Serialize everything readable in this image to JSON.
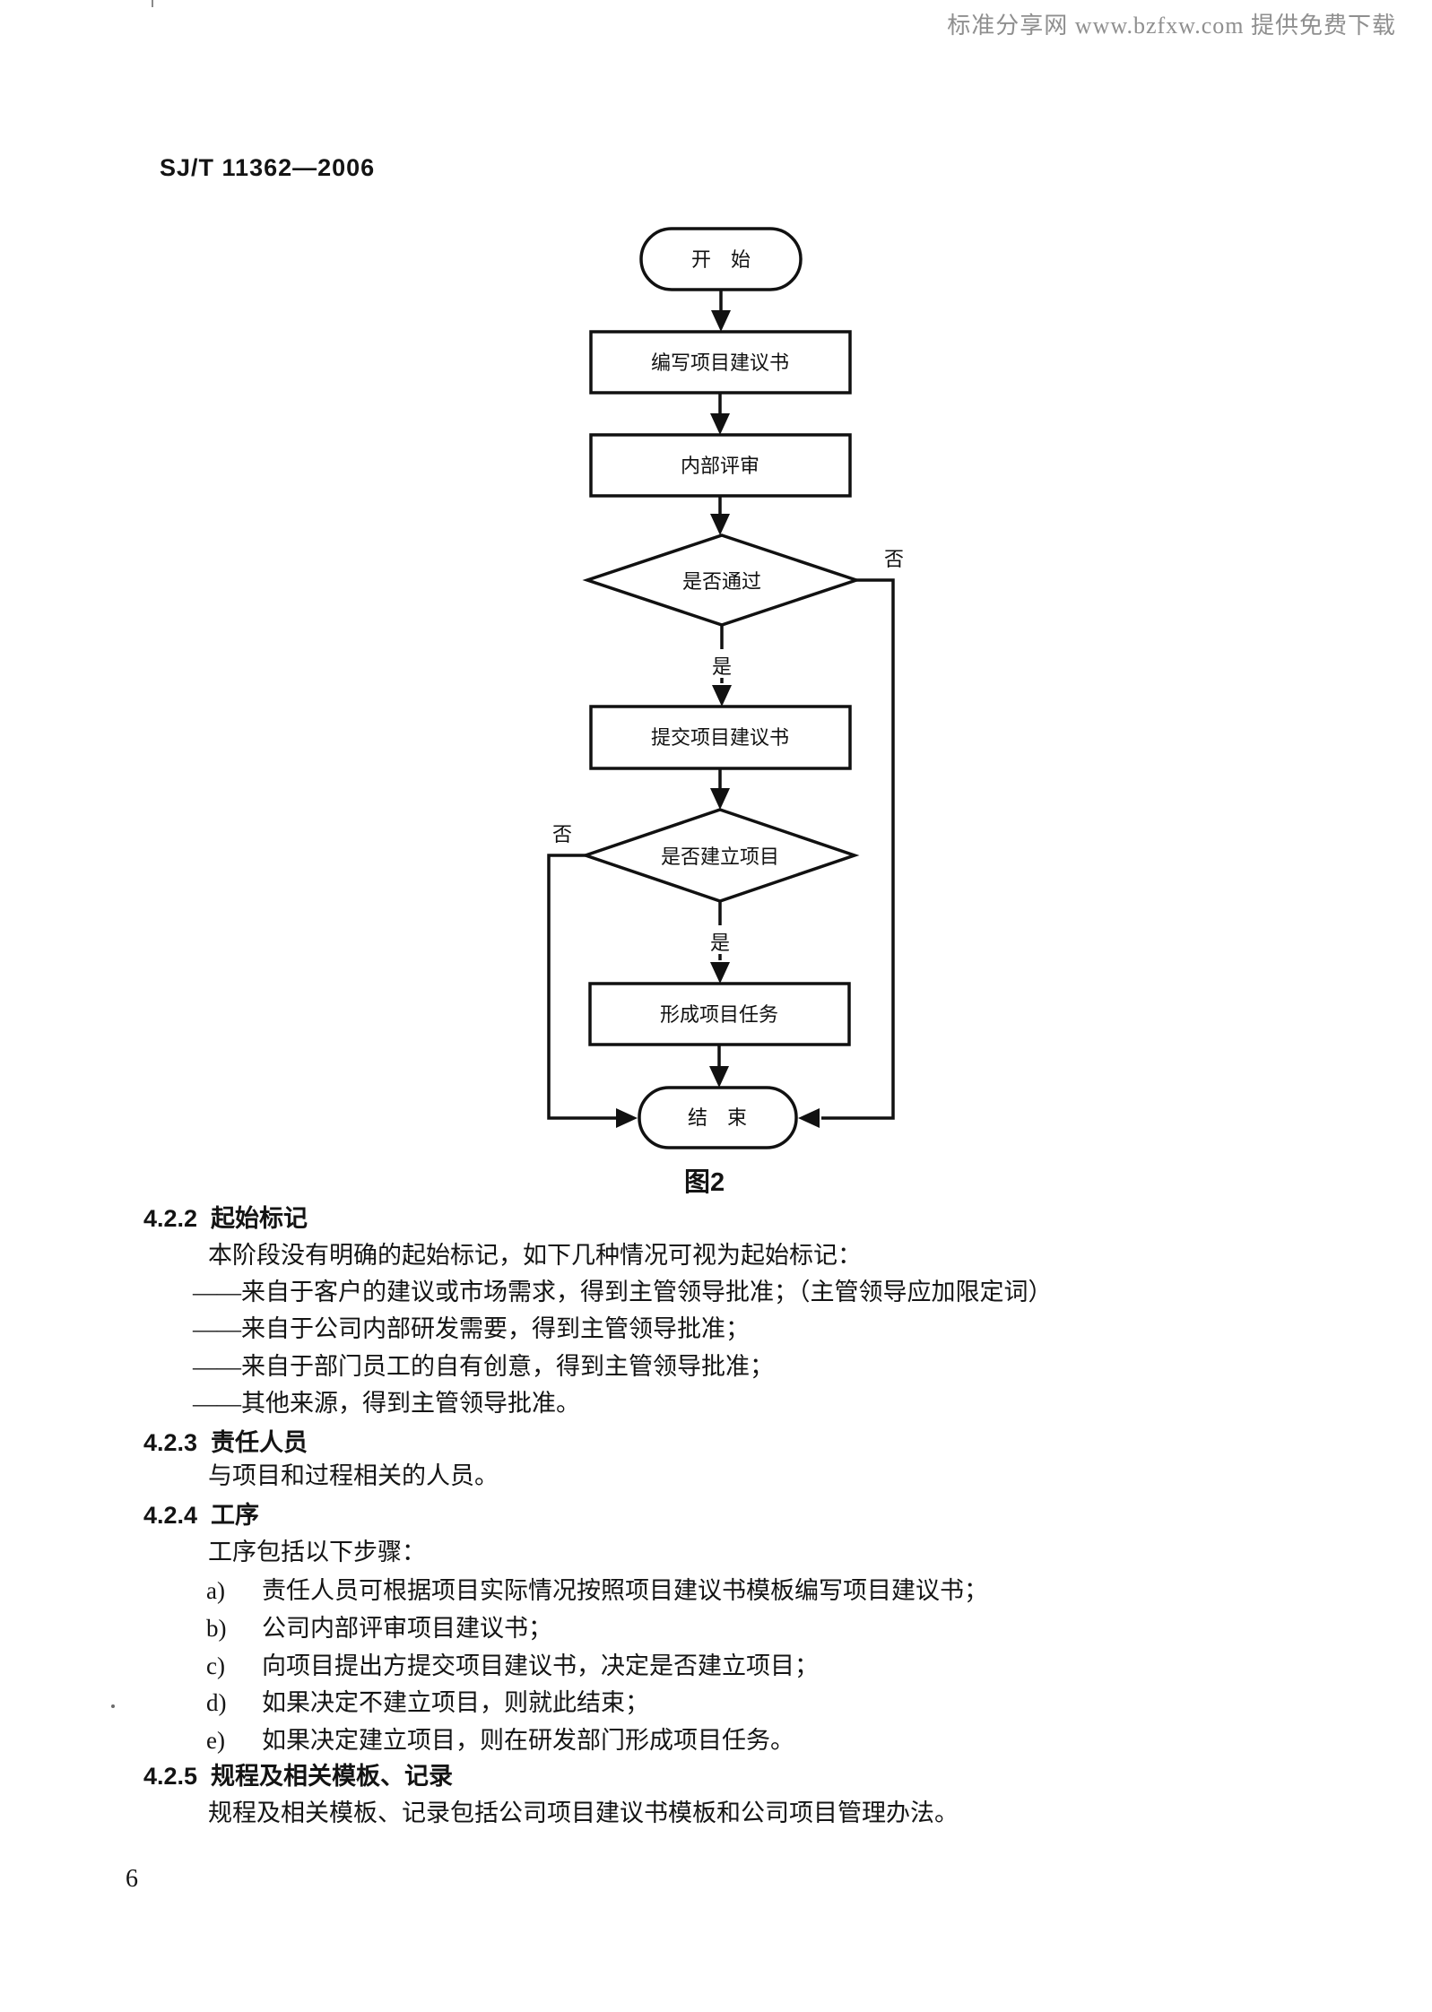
{
  "watermark": "标准分享网 www.bzfxw.com 提供免费下载",
  "doc_number": "SJ/T 11362—2006",
  "page_number": "6",
  "flowchart": {
    "caption": "图2",
    "nodes": {
      "start": "开　始",
      "write_proposal": "编写项目建议书",
      "internal_review": "内部评审",
      "pass_decision": "是否通过",
      "submit_proposal": "提交项目建议书",
      "establish_decision": "是否建立项目",
      "form_task": "形成项目任务",
      "end": "结　束"
    },
    "branch_labels": {
      "pass_yes": "是",
      "pass_no": "否",
      "establish_yes": "是",
      "establish_no": "否"
    }
  },
  "content": {
    "h422": "4.2.2  起始标记",
    "p422": "本阶段没有明确的起始标记，如下几种情况可视为起始标记：",
    "dash1": "——来自于客户的建议或市场需求，得到主管领导批准；（主管领导应加限定词）",
    "dash2": "——来自于公司内部研发需要，得到主管领导批准；",
    "dash3": "——来自于部门员工的自有创意，得到主管领导批准；",
    "dash4": "——其他来源，得到主管领导批准。",
    "h423": "4.2.3  责任人员",
    "p423": "与项目和过程相关的人员。",
    "h424": "4.2.4  工序",
    "p424": "工序包括以下步骤：",
    "steps": [
      {
        "marker": "a)",
        "text": "责任人员可根据项目实际情况按照项目建议书模板编写项目建议书；"
      },
      {
        "marker": "b)",
        "text": "公司内部评审项目建议书；"
      },
      {
        "marker": "c)",
        "text": "向项目提出方提交项目建议书，决定是否建立项目；"
      },
      {
        "marker": "d)",
        "text": "如果决定不建立项目，则就此结束；"
      },
      {
        "marker": "e)",
        "text": "如果决定建立项目，则在研发部门形成项目任务。"
      }
    ],
    "h425": "4.2.5  规程及相关模板、记录",
    "p425": "规程及相关模板、记录包括公司项目建议书模板和公司项目管理办法。"
  }
}
